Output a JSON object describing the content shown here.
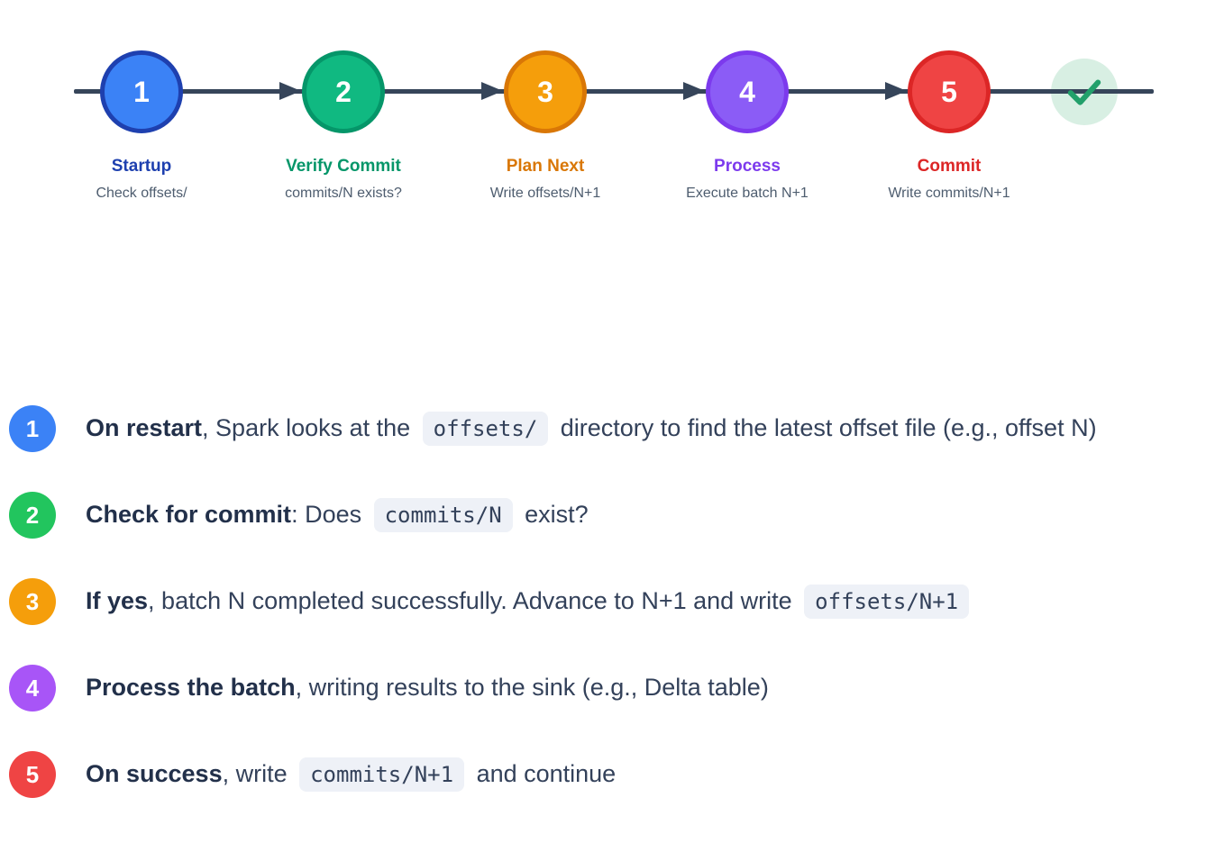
{
  "flow": {
    "line_color": "#36455a",
    "steps": [
      {
        "number": "1",
        "title": "Startup",
        "subtitle": "Check offsets/",
        "fill": "#3b82f6",
        "border": "#1e40af",
        "title_color": "#1e40af"
      },
      {
        "number": "2",
        "title": "Verify Commit",
        "subtitle": "commits/N exists?",
        "fill": "#10b981",
        "border": "#059669",
        "title_color": "#059669"
      },
      {
        "number": "3",
        "title": "Plan Next",
        "subtitle": "Write offsets/N+1",
        "fill": "#f59e0b",
        "border": "#d97706",
        "title_color": "#d97706"
      },
      {
        "number": "4",
        "title": "Process",
        "subtitle": "Execute batch N+1",
        "fill": "#8b5cf6",
        "border": "#7c3aed",
        "title_color": "#7c3aed"
      },
      {
        "number": "5",
        "title": "Commit",
        "subtitle": "Write commits/N+1",
        "fill": "#ef4444",
        "border": "#dc2626",
        "title_color": "#dc2626"
      }
    ],
    "success_check": {
      "fill": "#d8efe3",
      "mark_color": "#22a06b"
    }
  },
  "notes": {
    "items": [
      {
        "number": "1",
        "badge_color": "#3b82f6",
        "segments": [
          {
            "style": "bold",
            "text": "On restart"
          },
          {
            "style": "plain",
            "text": ", Spark looks at the "
          },
          {
            "style": "code",
            "text": "offsets/"
          },
          {
            "style": "plain",
            "text": " directory to find the latest offset file (e.g., offset N)"
          }
        ]
      },
      {
        "number": "2",
        "badge_color": "#22c55e",
        "segments": [
          {
            "style": "bold",
            "text": "Check for commit"
          },
          {
            "style": "plain",
            "text": ": Does "
          },
          {
            "style": "code",
            "text": "commits/N"
          },
          {
            "style": "plain",
            "text": " exist?"
          }
        ]
      },
      {
        "number": "3",
        "badge_color": "#f59e0b",
        "segments": [
          {
            "style": "bold",
            "text": "If yes"
          },
          {
            "style": "plain",
            "text": ", batch N completed successfully. Advance to N+1 and write "
          },
          {
            "style": "code",
            "text": "offsets/N+1"
          }
        ]
      },
      {
        "number": "4",
        "badge_color": "#a855f7",
        "segments": [
          {
            "style": "bold",
            "text": "Process the batch"
          },
          {
            "style": "plain",
            "text": ", writing results to the sink (e.g., Delta table)"
          }
        ]
      },
      {
        "number": "5",
        "badge_color": "#ef4444",
        "segments": [
          {
            "style": "bold",
            "text": "On success"
          },
          {
            "style": "plain",
            "text": ", write "
          },
          {
            "style": "code",
            "text": "commits/N+1"
          },
          {
            "style": "plain",
            "text": " and continue"
          }
        ]
      }
    ]
  }
}
